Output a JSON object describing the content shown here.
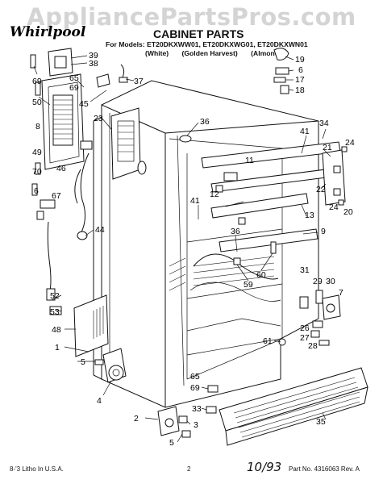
{
  "watermark": "AppliancePartsPros.com",
  "header": {
    "brand": "Whirlpool",
    "title": "CABINET PARTS",
    "models": "For Models: ET20DKXWW01, ET20DKXWG01, ET20DKXWN01",
    "variants": [
      "(White)",
      "(Golden Harvest)",
      "(Almond)"
    ]
  },
  "footer": {
    "litho": "8-'3 Litho In U.S.A.",
    "page": "2",
    "date_note": "10/93",
    "part_no": "Part No. 4316063 Rev. A"
  },
  "callouts": [
    "39",
    "38",
    "69",
    "50",
    "65",
    "69",
    "45",
    "37",
    "8",
    "23",
    "36",
    "19",
    "6",
    "17",
    "18",
    "49",
    "70",
    "46",
    "6",
    "67",
    "34",
    "24",
    "21",
    "11",
    "12",
    "41",
    "41",
    "22",
    "36",
    "9",
    "13",
    "44",
    "24",
    "20",
    "60",
    "59",
    "31",
    "29",
    "30",
    "7",
    "26",
    "27",
    "28",
    "52",
    "53",
    "48",
    "1",
    "5",
    "4",
    "61",
    "65",
    "69",
    "33",
    "2",
    "5",
    "3",
    "35"
  ]
}
